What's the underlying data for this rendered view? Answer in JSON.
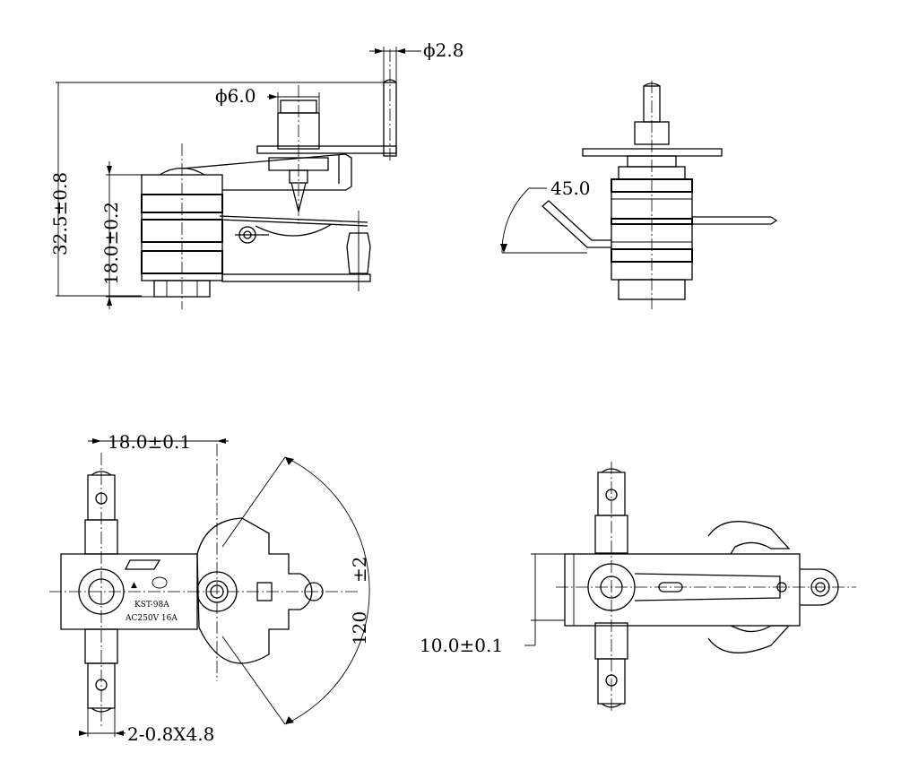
{
  "dimensions": {
    "pin_diameter": "ϕ2.8",
    "shaft_diameter": "ϕ6.0",
    "overall_height": "32.5±0.8",
    "body_height": "18.0±0.2",
    "terminal_angle": "45.0",
    "terminal_spacing": "18.0±0.1",
    "rotation_tolerance": "±2",
    "rotation_angle": "120",
    "terminal_size": "2-0.8X4.8",
    "width": "10.0±0.1"
  },
  "markings": {
    "model": "KST-98A",
    "rating": "AC250V 16A"
  }
}
